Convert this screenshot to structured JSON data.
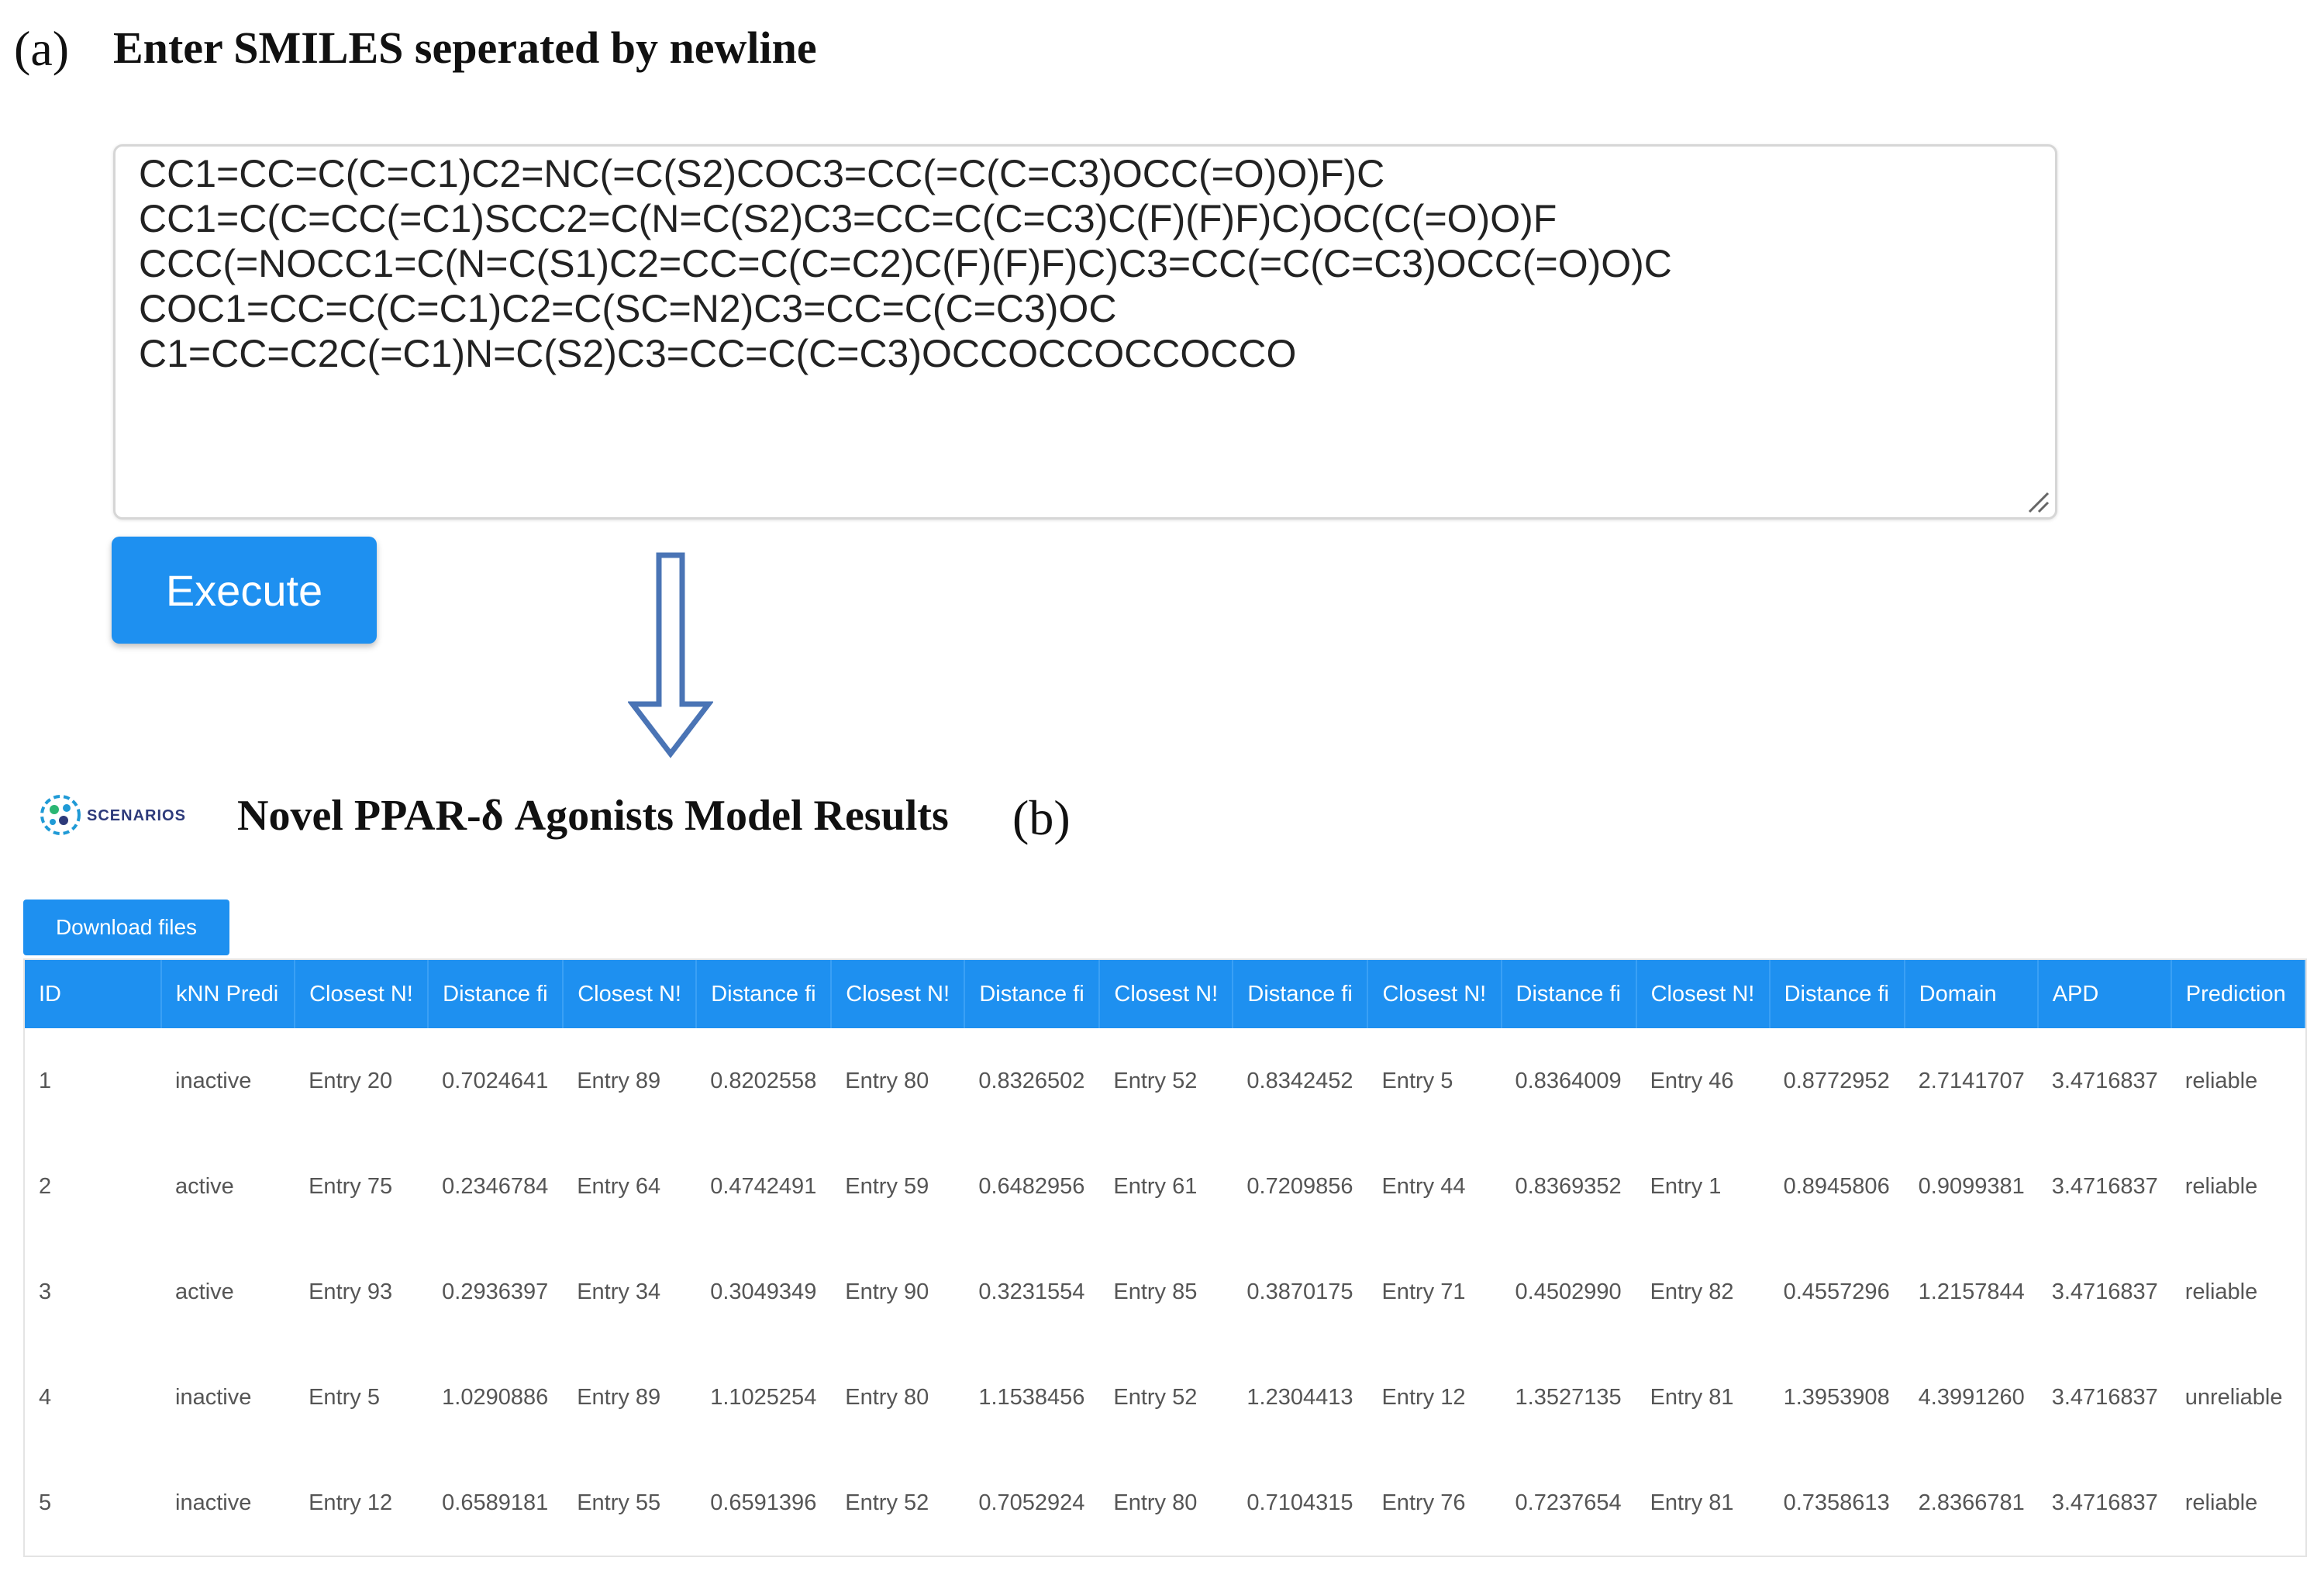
{
  "input_panel": {
    "label": "(a)",
    "heading": "Enter SMILES seperated by newline",
    "smiles_text": "CC1=CC=C(C=C1)C2=NC(=C(S2)COC3=CC(=C(C=C3)OCC(=O)O)F)C\nCC1=C(C=CC(=C1)SCC2=C(N=C(S2)C3=CC=C(C=C3)C(F)(F)F)C)OC(C(=O)O)F\nCCC(=NOCC1=C(N=C(S1)C2=CC=C(C=C2)C(F)(F)F)C)C3=CC(=C(C=C3)OCC(=O)O)C\nCOC1=CC=C(C=C1)C2=C(SC=N2)C3=CC=C(C=C3)OC\nC1=CC=C2C(=C1)N=C(S2)C3=CC=C(C=C3)OCCOCCOCCOCCO",
    "execute_label": "Execute"
  },
  "results_panel": {
    "logo_text": "SCENARIOS",
    "title": "Novel PPAR-δ Agonists Model Results",
    "label": "(b)",
    "download_label": "Download files",
    "table": {
      "headers": [
        "ID",
        "kNN Predi",
        "Closest N!",
        "Distance fi",
        "Closest N!",
        "Distance fi",
        "Closest N!",
        "Distance fi",
        "Closest N!",
        "Distance fi",
        "Closest N!",
        "Distance fi",
        "Closest N!",
        "Distance fi",
        "Domain",
        "APD",
        "Prediction"
      ],
      "rows": [
        [
          "1",
          "inactive",
          "Entry 20",
          "0.7024641",
          "Entry 89",
          "0.8202558",
          "Entry 80",
          "0.8326502",
          "Entry 52",
          "0.8342452",
          "Entry 5",
          "0.8364009",
          "Entry 46",
          "0.8772952",
          "2.7141707",
          "3.4716837",
          "reliable"
        ],
        [
          "2",
          "active",
          "Entry 75",
          "0.2346784",
          "Entry 64",
          "0.4742491",
          "Entry 59",
          "0.6482956",
          "Entry 61",
          "0.7209856",
          "Entry 44",
          "0.8369352",
          "Entry 1",
          "0.8945806",
          "0.9099381",
          "3.4716837",
          "reliable"
        ],
        [
          "3",
          "active",
          "Entry 93",
          "0.2936397",
          "Entry 34",
          "0.3049349",
          "Entry 90",
          "0.3231554",
          "Entry 85",
          "0.3870175",
          "Entry 71",
          "0.4502990",
          "Entry 82",
          "0.4557296",
          "1.2157844",
          "3.4716837",
          "reliable"
        ],
        [
          "4",
          "inactive",
          "Entry 5",
          "1.0290886",
          "Entry 89",
          "1.1025254",
          "Entry 80",
          "1.1538456",
          "Entry 52",
          "1.2304413",
          "Entry 12",
          "1.3527135",
          "Entry 81",
          "1.3953908",
          "4.3991260",
          "3.4716837",
          "unreliable"
        ],
        [
          "5",
          "inactive",
          "Entry 12",
          "0.6589181",
          "Entry 55",
          "0.6591396",
          "Entry 52",
          "0.7052924",
          "Entry 80",
          "0.7104315",
          "Entry 76",
          "0.7237654",
          "Entry 81",
          "0.7358613",
          "2.8366781",
          "3.4716837",
          "reliable"
        ]
      ]
    }
  },
  "icons": {
    "flow_arrow": "down-arrow-icon",
    "resize": "resize-grip-icon",
    "logo": "scenarios-logo"
  },
  "colors": {
    "accent": "#1e90f0",
    "arrow": "#4a74b5"
  }
}
